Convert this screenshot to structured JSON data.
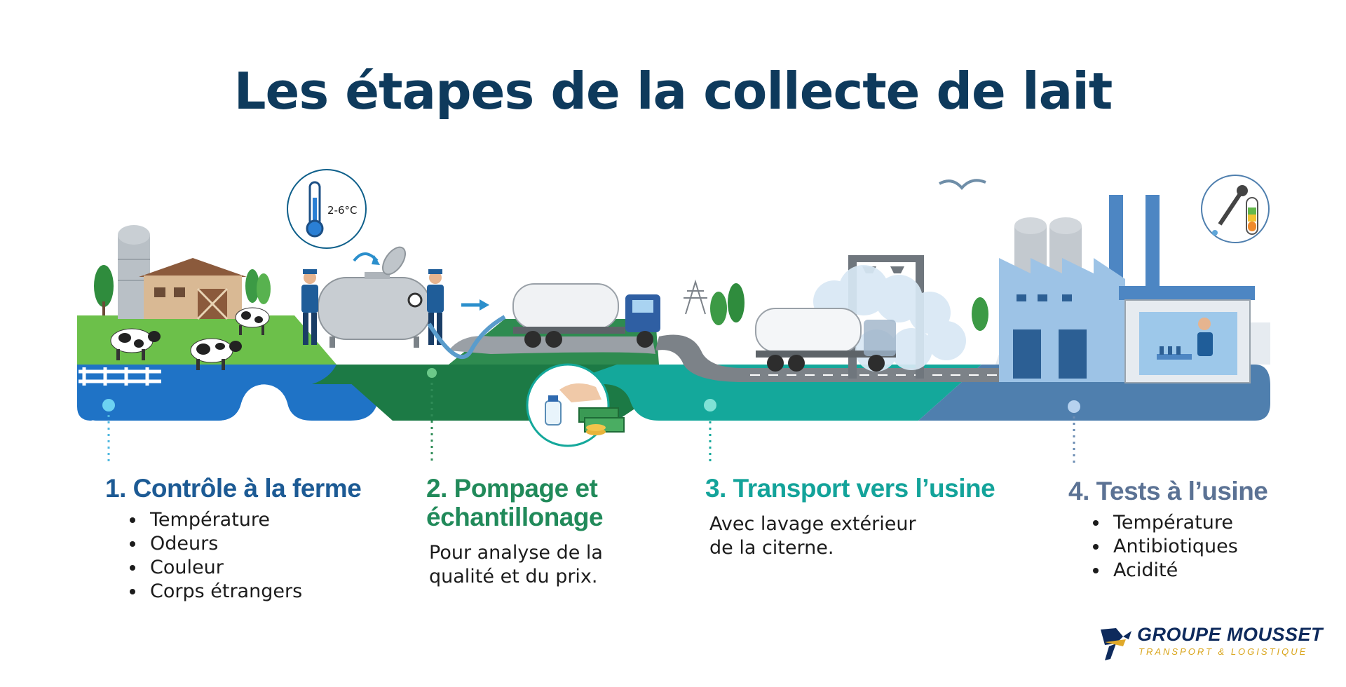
{
  "title": "Les étapes de la collecte de lait",
  "thermometer_label": "2-6°C",
  "colors": {
    "title": "#0e3a5c",
    "step1": "#1c5a94",
    "step2": "#218a5a",
    "step3": "#13a39a",
    "step4": "#5b7294",
    "band_blue": "#1f73c6",
    "band_green": "#1c7a45",
    "band_teal": "#14a89b",
    "band_slate": "#4f7fae"
  },
  "steps": [
    {
      "title": "1. Contrôle à la ferme",
      "description": "",
      "items": [
        "Température",
        "Odeurs",
        "Couleur",
        "Corps étrangers"
      ]
    },
    {
      "title_line1": "2. Pompage et",
      "title_line2": "échantillonage",
      "description_line1": "Pour analyse de la",
      "description_line2": "qualité et du prix.",
      "items": []
    },
    {
      "title": "3. Transport vers l’usine",
      "description_line1": "Avec lavage extérieur",
      "description_line2": "de la citerne.",
      "items": []
    },
    {
      "title": "4. Tests à l’usine",
      "description": "",
      "items": [
        "Température",
        "Antibiotiques",
        "Acidité"
      ]
    }
  ],
  "logo": {
    "name": "GROUPE MOUSSET",
    "tagline": "TRANSPORT & LOGISTIQUE"
  },
  "icons": [
    "thermometer-icon",
    "milk-sample-money-icon",
    "pipette-test-tube-icon"
  ]
}
